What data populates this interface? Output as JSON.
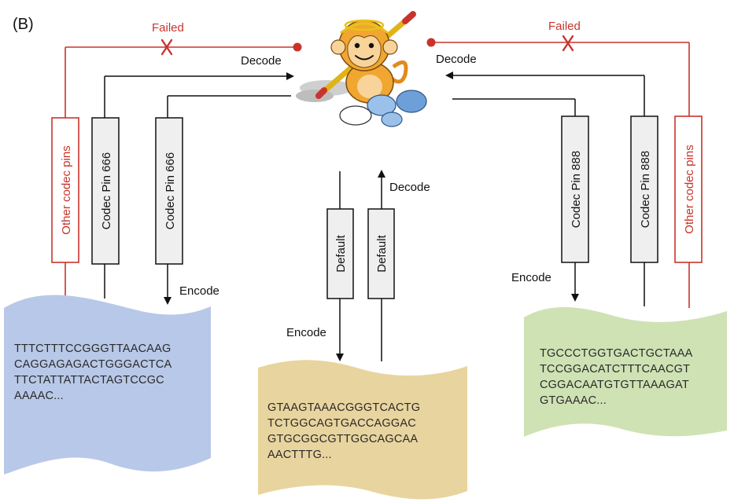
{
  "panel_label": "(B)",
  "left": {
    "failed_label": "Failed",
    "decode_label": "Decode",
    "other_pins_label": "Other codec pins",
    "pin_a_label": "Codec Pin 666",
    "pin_b_label": "Codec Pin 666",
    "encode_label": "Encode",
    "sequence_lines": [
      "TTTCTTTCCGGGTTAACAAG",
      "CAGGAGAGACTGGGACTCA",
      "TTCTATTATTACTAGTCCGC",
      "AAAAC..."
    ]
  },
  "middle": {
    "decode_label": "Decode",
    "pin_a_label": "Default",
    "pin_b_label": "Default",
    "encode_label": "Encode",
    "sequence_lines": [
      "GTAAGTAAACGGGTCACTG",
      "TCTGGCAGTGACCAGGAC",
      "GTGCGGCGTTGGCAGCAA",
      "AACTTTG..."
    ]
  },
  "right": {
    "failed_label": "Failed",
    "decode_label": "Decode",
    "other_pins_label": "Other codec pins",
    "pin_a_label": "Codec Pin 888",
    "pin_b_label": "Codec Pin 888",
    "encode_label": "Encode",
    "sequence_lines": [
      "TGCCCTGGTGACTGCTAAA",
      "TCCGGACATCTTTCAACGT",
      "CGGACAATGTGTTAAAGAT",
      "GTGAAAC..."
    ]
  },
  "colors": {
    "failed_red": "#c8342c",
    "left_wave": "#b8c8e8",
    "middle_wave": "#e8d49e",
    "right_wave": "#cfe2b4",
    "pin_fill": "#efefef",
    "line": "#111111"
  },
  "icons": [
    "monkey-king-icon",
    "cross-mark-icon",
    "arrow-head-icon"
  ]
}
